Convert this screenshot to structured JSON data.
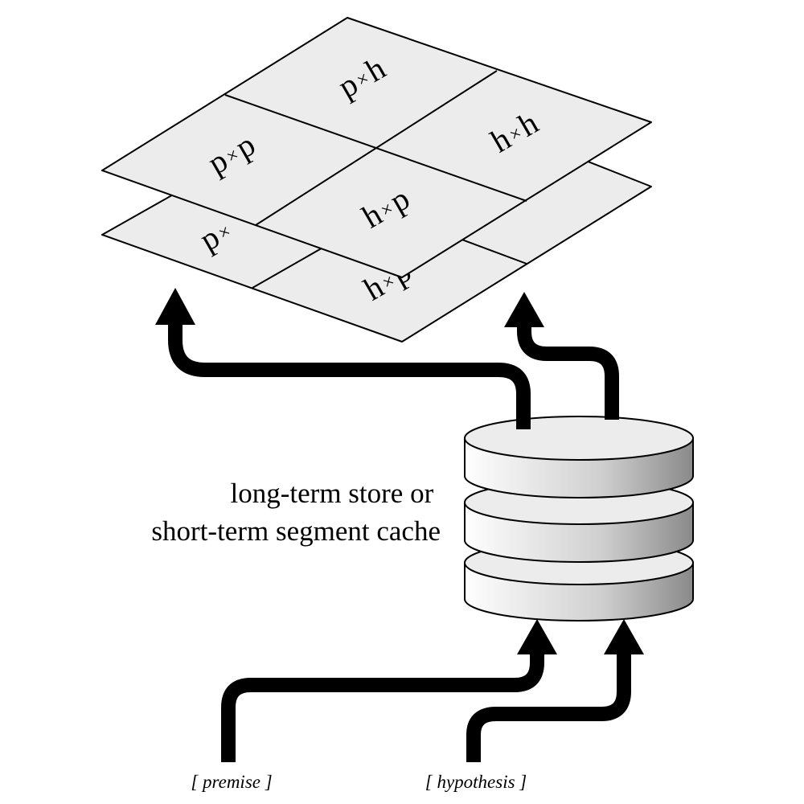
{
  "matrix_layers": [
    {
      "id": "back",
      "cells": [
        {
          "row": 0,
          "col": 0,
          "first": "p",
          "second": ""
        },
        {
          "row": 1,
          "col": 0,
          "first": "h",
          "second": "p"
        }
      ]
    },
    {
      "id": "front",
      "cells": [
        {
          "row": 0,
          "col": 0,
          "first": "p",
          "second": "p"
        },
        {
          "row": 0,
          "col": 1,
          "first": "p",
          "second": "h"
        },
        {
          "row": 1,
          "col": 0,
          "first": "h",
          "second": "p"
        },
        {
          "row": 1,
          "col": 1,
          "first": "h",
          "second": "h"
        }
      ]
    }
  ],
  "times_symbol": "×",
  "store": {
    "label_lines": [
      "long-term store or",
      "short-term segment cache"
    ],
    "side_color_light": "#ffffff",
    "side_color_dark": "#8a8a8a",
    "top_color": "#ececec"
  },
  "inputs": {
    "premise": "[ premise ]",
    "hypothesis": "[ hypothesis ]"
  },
  "colors": {
    "grid_face": "#ececec",
    "line": "#000000"
  }
}
